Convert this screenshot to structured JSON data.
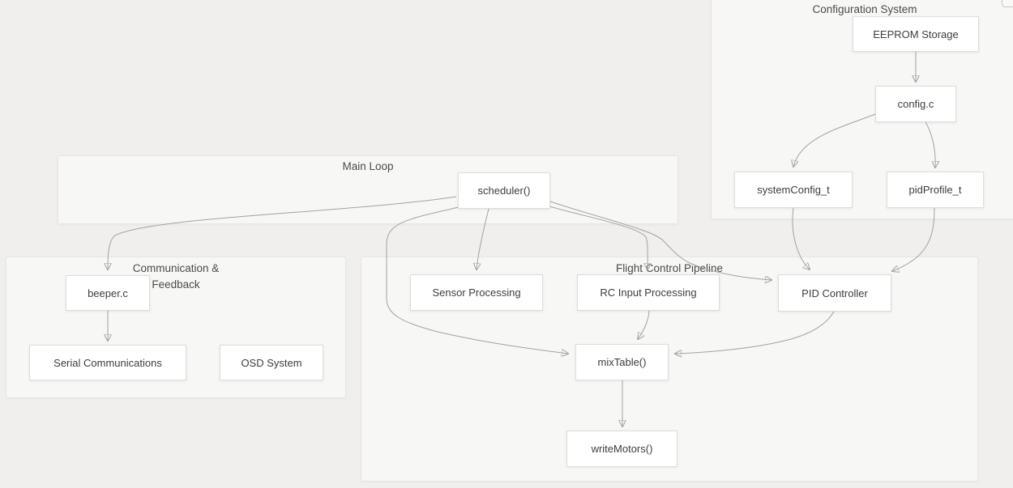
{
  "diagram_type": "flowchart",
  "colors": {
    "background": "#f0efed",
    "subgraph_fill": "#f7f7f5",
    "subgraph_border": "#e7e6e3",
    "node_fill": "#ffffff",
    "node_border": "#dedddb",
    "edge_stroke": "#a2a2a2",
    "text": "#3d3d3d"
  },
  "subgraphs": {
    "configuration_system": {
      "title": "Configuration System"
    },
    "main_loop": {
      "title": "Main Loop"
    },
    "communication_feedback": {
      "title": "Communication &\nFeedback"
    },
    "flight_control_pipeline": {
      "title": "Flight Control Pipeline"
    }
  },
  "nodes": {
    "eeprom_storage": {
      "label": "EEPROM Storage",
      "subgraph": "Configuration System"
    },
    "config_c": {
      "label": "config.c",
      "subgraph": "Configuration System"
    },
    "system_config_t": {
      "label": "systemConfig_t",
      "subgraph": "Configuration System"
    },
    "pid_profile_t": {
      "label": "pidProfile_t",
      "subgraph": "Configuration System"
    },
    "scheduler": {
      "label": "scheduler()",
      "subgraph": "Main Loop"
    },
    "beeper_c": {
      "label": "beeper.c",
      "subgraph": "Communication & Feedback"
    },
    "serial_communications": {
      "label": "Serial Communications",
      "subgraph": "Communication & Feedback"
    },
    "osd_system": {
      "label": "OSD System",
      "subgraph": "Communication & Feedback"
    },
    "sensor_processing": {
      "label": "Sensor Processing",
      "subgraph": "Flight Control Pipeline"
    },
    "rc_input_processing": {
      "label": "RC Input Processing",
      "subgraph": "Flight Control Pipeline"
    },
    "pid_controller": {
      "label": "PID Controller",
      "subgraph": "Flight Control Pipeline"
    },
    "mix_table": {
      "label": "mixTable()",
      "subgraph": "Flight Control Pipeline"
    },
    "write_motors": {
      "label": "writeMotors()",
      "subgraph": "Flight Control Pipeline"
    }
  },
  "edges": [
    {
      "from": "EEPROM Storage",
      "to": "config.c"
    },
    {
      "from": "config.c",
      "to": "systemConfig_t"
    },
    {
      "from": "config.c",
      "to": "pidProfile_t"
    },
    {
      "from": "systemConfig_t",
      "to": "PID Controller"
    },
    {
      "from": "pidProfile_t",
      "to": "PID Controller"
    },
    {
      "from": "scheduler()",
      "to": "beeper.c"
    },
    {
      "from": "scheduler()",
      "to": "mixTable()"
    },
    {
      "from": "scheduler()",
      "to": "Sensor Processing"
    },
    {
      "from": "scheduler()",
      "to": "RC Input Processing"
    },
    {
      "from": "scheduler()",
      "to": "PID Controller"
    },
    {
      "from": "beeper.c",
      "to": "Serial Communications"
    },
    {
      "from": "RC Input Processing",
      "to": "mixTable()"
    },
    {
      "from": "PID Controller",
      "to": "mixTable()"
    },
    {
      "from": "mixTable()",
      "to": "writeMotors()"
    }
  ],
  "icons": {
    "corner_control": "panel-button"
  }
}
